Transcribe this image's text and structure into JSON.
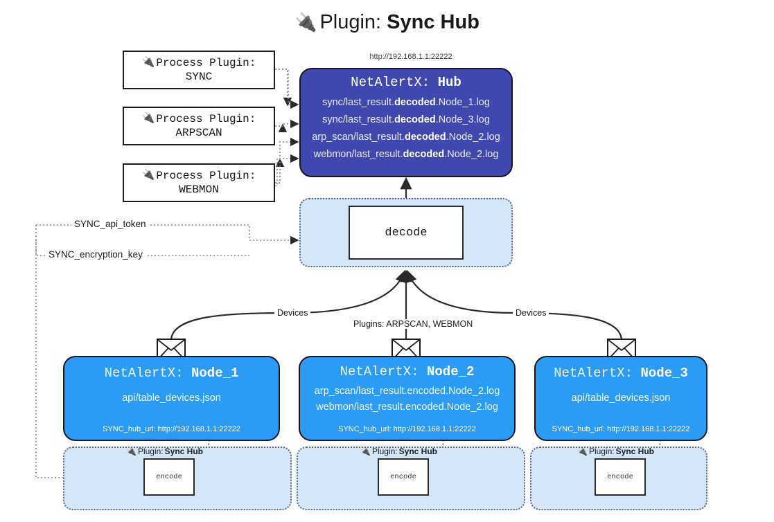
{
  "title": {
    "icon": "plug-icon",
    "prefix": "Plugin: ",
    "name": "Sync Hub"
  },
  "hub_url": "http://192.168.1.1:22222",
  "process_plugins": [
    {
      "icon": "plug-icon",
      "label": "Process Plugin:",
      "name": "SYNC"
    },
    {
      "icon": "plug-icon",
      "label": "Process Plugin:",
      "name": "ARPSCAN"
    },
    {
      "icon": "plug-icon",
      "label": "Process Plugin:",
      "name": "WEBMON"
    }
  ],
  "hub": {
    "title_prefix": "NetAlertX: ",
    "title_name": "Hub",
    "lines": [
      {
        "pre": "sync/last_result.",
        "em": "decoded",
        "post": ".Node_1.log"
      },
      {
        "pre": "sync/last_result.",
        "em": "decoded",
        "post": ".Node_3.log"
      },
      {
        "pre": "arp_scan/last_result.",
        "em": "decoded",
        "post": ".Node_2.log"
      },
      {
        "pre": "webmon/last_result.",
        "em": "decoded",
        "post": ".Node_2.log"
      }
    ]
  },
  "decode": {
    "label": "decode"
  },
  "credentials": [
    {
      "label": "SYNC_api_token"
    },
    {
      "label": "SYNC_encryption_key"
    }
  ],
  "edge_labels": {
    "devices_left": "Devices",
    "devices_right": "Devices",
    "plugins_center": "Plugins: ARPSCAN, WEBMON"
  },
  "nodes": [
    {
      "title_prefix": "NetAlertX: ",
      "title_name": "Node_1",
      "lines": [
        "api/table_devices.json"
      ],
      "footer": "SYNC_hub_url: http://192.168.1.1:22222",
      "icon": "envelope-icon"
    },
    {
      "title_prefix": "NetAlertX: ",
      "title_name": "Node_2",
      "lines": [
        "arp_scan/last_result.encoded.Node_2.log",
        "webmon/last_result.encoded.Node_2.log"
      ],
      "footer": "SYNC_hub_url: http://192.168.1.1:22222",
      "icon": "envelope-icon"
    },
    {
      "title_prefix": "NetAlertX: ",
      "title_name": "Node_3",
      "lines": [
        "api/table_devices.json"
      ],
      "footer": "SYNC_hub_url: http://192.168.1.1:22222",
      "icon": "envelope-icon"
    }
  ],
  "encoders": [
    {
      "caption_prefix": "Plugin: ",
      "caption_name": "Sync Hub",
      "label": "encode",
      "icon": "plug-icon"
    },
    {
      "caption_prefix": "Plugin: ",
      "caption_name": "Sync Hub",
      "label": "encode",
      "icon": "plug-icon"
    },
    {
      "caption_prefix": "Plugin: ",
      "caption_name": "Sync Hub",
      "label": "encode",
      "icon": "plug-icon"
    }
  ],
  "colors": {
    "hub": "#4048b0",
    "node": "#2b9bf4",
    "container": "#d4e6f7",
    "stroke": "#15151f"
  }
}
